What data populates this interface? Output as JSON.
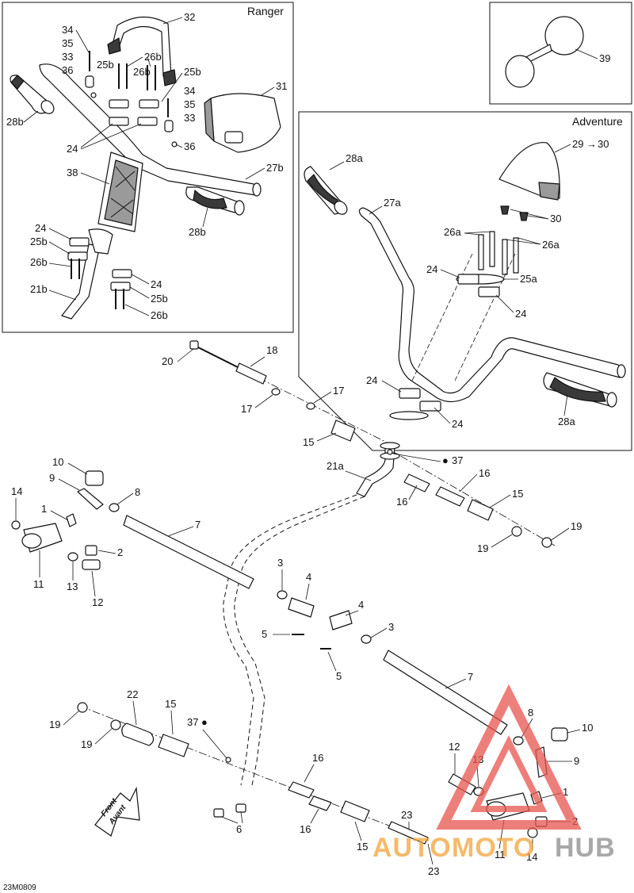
{
  "boxes": {
    "ranger_title": "Ranger",
    "adventure_title": "Adventure"
  },
  "drawing_code": "23M0809",
  "front_arrow": {
    "line1": "Front",
    "line2": "Avant"
  },
  "watermark": {
    "part1": "AUTO",
    "part2": "MOTO",
    "part3": "HUB",
    "color_red": "#e8554f",
    "color_orange": "#f2a33a",
    "color_grey": "#8c8c8c"
  },
  "callouts": {
    "c1a": "1",
    "c1b": "1",
    "c2a": "2",
    "c2b": "2",
    "c3a": "3",
    "c3b": "3",
    "c4a": "4",
    "c4b": "4",
    "c5a": "5",
    "c5b": "5",
    "c6": "6",
    "c7a": "7",
    "c7b": "7",
    "c8a": "8",
    "c8b": "8",
    "c9a": "9",
    "c9b": "9",
    "c10a": "10",
    "c10b": "10",
    "c11a": "11",
    "c11b": "11",
    "c12a": "12",
    "c12b": "12",
    "c13a": "13",
    "c13b": "13",
    "c14a": "14",
    "c14b": "14",
    "c15a": "15",
    "c15b": "15",
    "c15c": "15",
    "c15d": "15",
    "c16a": "16",
    "c16b": "16",
    "c16c": "16",
    "c16d": "16",
    "c17a": "17",
    "c17b": "17",
    "c18": "18",
    "c19a": "19",
    "c19b": "19",
    "c19c": "19",
    "c19d": "19",
    "c20": "20",
    "c21a": "21a",
    "c21b": "21b",
    "c22": "22",
    "c23a": "23",
    "c23b": "23",
    "c24a": "24",
    "c24b": "24",
    "c24c": "24",
    "c24d": "24",
    "c24e": "24",
    "c24f": "24",
    "c24g": "24",
    "c25a": "25a",
    "c25b1": "25b",
    "c25b2": "25b",
    "c25b3": "25b",
    "c25b4": "25b",
    "c26a1": "26a",
    "c26a2": "26a",
    "c26b1": "26b",
    "c26b2": "26b",
    "c26b3": "26b",
    "c26b4": "26b",
    "c27a": "27a",
    "c27b": "27b",
    "c28a1": "28a",
    "c28a2": "28a",
    "c28b1": "28b",
    "c28b2": "28b",
    "c29": "29",
    "c30a": "30",
    "c30b": "30",
    "c31": "31",
    "c32": "32",
    "c33a": "33",
    "c33b": "33",
    "c34a": "34",
    "c34b": "34",
    "c35a": "35",
    "c35b": "35",
    "c36a": "36",
    "c36b": "36",
    "c37a": "37",
    "c37b": "37",
    "c38": "38",
    "c39": "39"
  }
}
